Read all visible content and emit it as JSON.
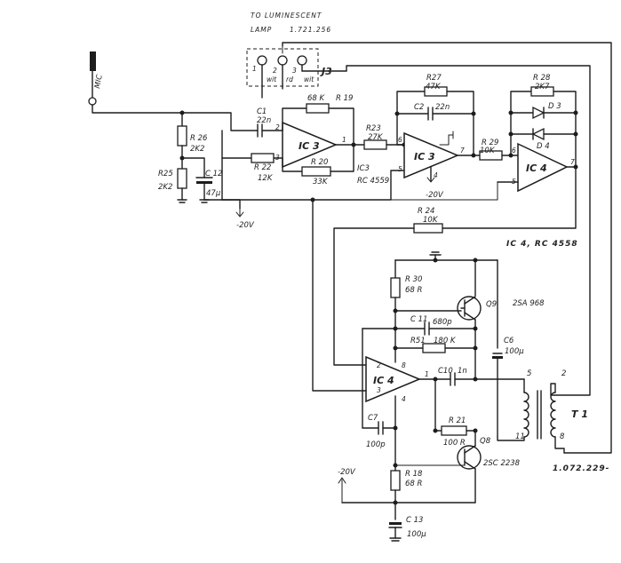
{
  "header": {
    "line1": "TO LUMINESCENT",
    "line2": "LAMP",
    "part_no": "1.721.256",
    "connector": "J3",
    "pin_labels": [
      "1",
      "2",
      "3"
    ],
    "wire_labels": [
      "wit",
      "rd",
      "wit"
    ]
  },
  "input_label": "MIC",
  "stage1": {
    "c1_name": "C1",
    "c1_value": "22n",
    "r19_value": "68 K",
    "r19_name": "R 19",
    "ic_label": "IC 3",
    "r22_name": "R 22",
    "r22_value": "12K",
    "r20_name": "R 20",
    "r20_value": "33K",
    "r26_name": "R 26",
    "r26_value": "2K2",
    "r25_name": "R25",
    "r25_value": "2K2",
    "c12_name": "C 12",
    "c12_value": "47µ",
    "supply": "-20V",
    "pins": [
      "2",
      "3",
      "1"
    ]
  },
  "stage2": {
    "r23_name": "R23",
    "r23_value": "27K",
    "r27_name": "R27",
    "r27_value": "47K",
    "c2_name": "C2",
    "c2_value": "22n",
    "ic_label": "IC 3",
    "chip_name": "IC3",
    "chip_type": "RC 4559",
    "supply": "-20V",
    "pins": [
      "6",
      "5",
      "7",
      "4"
    ]
  },
  "stage3": {
    "r29_name": "R 29",
    "r29_value": "10K",
    "r28_name": "R 28",
    "r28_value": "2K7",
    "d3": "D 3",
    "d4": "D 4",
    "ic_label": "IC 4",
    "pins": [
      "6",
      "5",
      "7"
    ]
  },
  "feedback": {
    "r24_name": "R 24",
    "r24_value": "10K"
  },
  "ic4_note": "IC 4, RC 4558",
  "driver": {
    "r30_name": "R 30",
    "r30_value": "68 R",
    "q9_name": "Q9",
    "q9_type": "2SA 968",
    "c11_name": "C 11",
    "c11_value": "680p",
    "r31_name": "R51",
    "r31_value": "180 K",
    "c6_name": "C6",
    "c6_value": "100µ",
    "ic_label": "IC 4",
    "c10_name": "C10",
    "c10_value": "1n",
    "r21_name": "R 21",
    "r21_value": "100 R",
    "c7_name": "C7",
    "c7_value": "100p",
    "q8_name": "Q8",
    "q8_type": "2SC 2238",
    "r18_name": "R 18",
    "r18_value": "68 R",
    "c13_name": "C 13",
    "c13_value": "100µ",
    "supply": "-20V",
    "pins": [
      "2",
      "8",
      "3",
      "4",
      "1"
    ]
  },
  "transformer": {
    "name": "T 1",
    "pins": [
      "5",
      "11",
      "2",
      "8"
    ]
  },
  "drawing_no": "1.072.229-"
}
